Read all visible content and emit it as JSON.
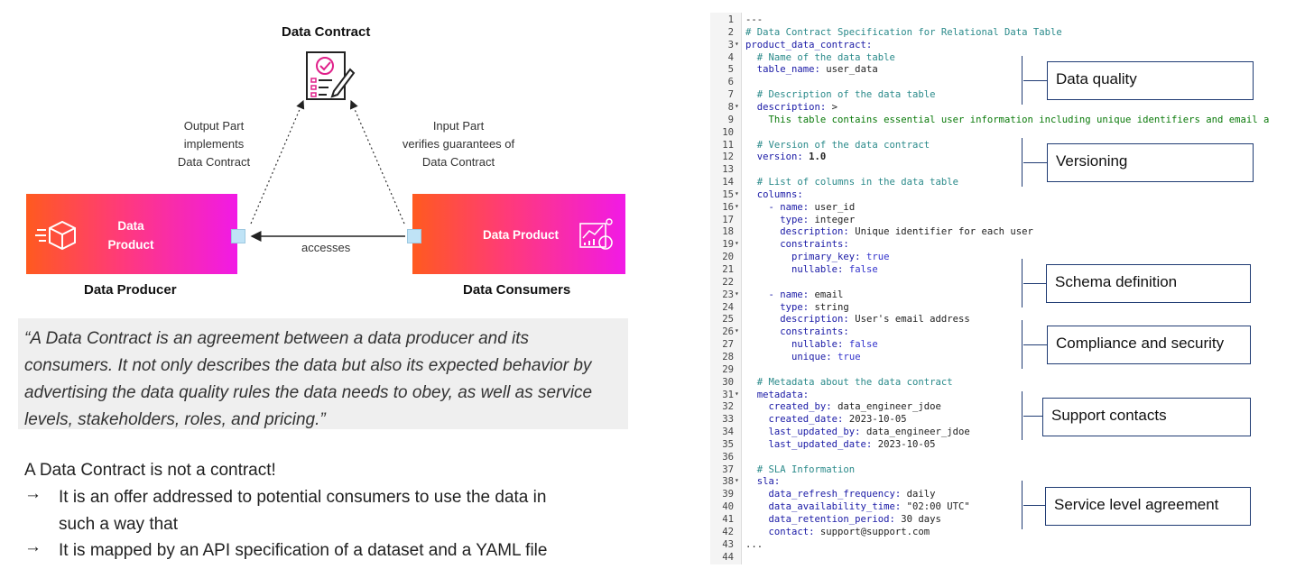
{
  "diagram": {
    "contract_title": "Data Contract",
    "output_part": [
      "Output Part",
      "implements",
      "Data Contract"
    ],
    "input_part": [
      "Input Part",
      "verifies guarantees of",
      "Data Contract"
    ],
    "producer_box": [
      "Data",
      "Product"
    ],
    "consumer_box": "Data Product",
    "accesses": "accesses",
    "producer_label": "Data Producer",
    "consumer_label": "Data Consumers"
  },
  "quote": "“A Data Contract is an agreement between a data producer and its consumers. It not only describes the data but also its expected behavior by advertising the data quality rules the data needs to obey, as well as service levels, stakeholders, roles, and pricing.”",
  "statement": "A Data Contract is not a contract!",
  "bullets": [
    {
      "arrow": "→",
      "lines": [
        "It is an offer addressed to potential consumers to use the data in",
        "such a way that"
      ]
    },
    {
      "arrow": "→",
      "lines": [
        "It is mapped by an API specification of a dataset and a YAML file"
      ]
    }
  ],
  "code_lines": [
    {
      "n": "1",
      "f": "",
      "parts": [
        [
          "v",
          "---"
        ]
      ]
    },
    {
      "n": "2",
      "f": "",
      "parts": [
        [
          "c",
          "# Data Contract Specification for Relational Data Table"
        ]
      ]
    },
    {
      "n": "3",
      "f": "▾",
      "parts": [
        [
          "k",
          "product_data_contract:"
        ]
      ]
    },
    {
      "n": "4",
      "f": "",
      "parts": [
        [
          "c",
          "  # Name of the data table"
        ]
      ]
    },
    {
      "n": "5",
      "f": "",
      "parts": [
        [
          "k",
          "  table_name: "
        ],
        [
          "v",
          "user_data"
        ]
      ]
    },
    {
      "n": "6",
      "f": "",
      "parts": []
    },
    {
      "n": "7",
      "f": "",
      "parts": [
        [
          "c",
          "  # Description of the data table"
        ]
      ]
    },
    {
      "n": "8",
      "f": "▾",
      "parts": [
        [
          "k",
          "  description: "
        ],
        [
          "v",
          ">"
        ]
      ]
    },
    {
      "n": "9",
      "f": "",
      "parts": [
        [
          "s",
          "    This table contains essential user information including unique identifiers and email a"
        ]
      ]
    },
    {
      "n": "10",
      "f": "",
      "parts": []
    },
    {
      "n": "11",
      "f": "",
      "parts": [
        [
          "c",
          "  # Version of the data contract"
        ]
      ]
    },
    {
      "n": "12",
      "f": "",
      "parts": [
        [
          "k",
          "  version: "
        ],
        [
          "n",
          "1.0"
        ]
      ]
    },
    {
      "n": "13",
      "f": "",
      "parts": []
    },
    {
      "n": "14",
      "f": "",
      "parts": [
        [
          "c",
          "  # List of columns in the data table"
        ]
      ]
    },
    {
      "n": "15",
      "f": "▾",
      "parts": [
        [
          "k",
          "  columns:"
        ]
      ]
    },
    {
      "n": "16",
      "f": "▾",
      "parts": [
        [
          "k",
          "    - name: "
        ],
        [
          "v",
          "user_id"
        ]
      ]
    },
    {
      "n": "17",
      "f": "",
      "parts": [
        [
          "k",
          "      type: "
        ],
        [
          "v",
          "integer"
        ]
      ]
    },
    {
      "n": "18",
      "f": "",
      "parts": [
        [
          "k",
          "      description: "
        ],
        [
          "v",
          "Unique identifier for each user"
        ]
      ]
    },
    {
      "n": "19",
      "f": "▾",
      "parts": [
        [
          "k",
          "      constraints:"
        ]
      ]
    },
    {
      "n": "20",
      "f": "",
      "parts": [
        [
          "k",
          "        primary_key: "
        ],
        [
          "b",
          "true"
        ]
      ]
    },
    {
      "n": "21",
      "f": "",
      "parts": [
        [
          "k",
          "        nullable: "
        ],
        [
          "b",
          "false"
        ]
      ]
    },
    {
      "n": "22",
      "f": "",
      "parts": []
    },
    {
      "n": "23",
      "f": "▾",
      "parts": [
        [
          "k",
          "    - name: "
        ],
        [
          "v",
          "email"
        ]
      ]
    },
    {
      "n": "24",
      "f": "",
      "parts": [
        [
          "k",
          "      type: "
        ],
        [
          "v",
          "string"
        ]
      ]
    },
    {
      "n": "25",
      "f": "",
      "parts": [
        [
          "k",
          "      description: "
        ],
        [
          "v",
          "User's email address"
        ]
      ]
    },
    {
      "n": "26",
      "f": "▾",
      "parts": [
        [
          "k",
          "      constraints:"
        ]
      ]
    },
    {
      "n": "27",
      "f": "",
      "parts": [
        [
          "k",
          "        nullable: "
        ],
        [
          "b",
          "false"
        ]
      ]
    },
    {
      "n": "28",
      "f": "",
      "parts": [
        [
          "k",
          "        unique: "
        ],
        [
          "b",
          "true"
        ]
      ]
    },
    {
      "n": "29",
      "f": "",
      "parts": []
    },
    {
      "n": "30",
      "f": "",
      "parts": [
        [
          "c",
          "  # Metadata about the data contract"
        ]
      ]
    },
    {
      "n": "31",
      "f": "▾",
      "parts": [
        [
          "k",
          "  metadata:"
        ]
      ]
    },
    {
      "n": "32",
      "f": "",
      "parts": [
        [
          "k",
          "    created_by: "
        ],
        [
          "v",
          "data_engineer_jdoe"
        ]
      ]
    },
    {
      "n": "33",
      "f": "",
      "parts": [
        [
          "k",
          "    created_date: "
        ],
        [
          "v",
          "2023-10-05"
        ]
      ]
    },
    {
      "n": "34",
      "f": "",
      "parts": [
        [
          "k",
          "    last_updated_by: "
        ],
        [
          "v",
          "data_engineer_jdoe"
        ]
      ]
    },
    {
      "n": "35",
      "f": "",
      "parts": [
        [
          "k",
          "    last_updated_date: "
        ],
        [
          "v",
          "2023-10-05"
        ]
      ]
    },
    {
      "n": "36",
      "f": "",
      "parts": []
    },
    {
      "n": "37",
      "f": "",
      "parts": [
        [
          "c",
          "  # SLA Information"
        ]
      ]
    },
    {
      "n": "38",
      "f": "▾",
      "parts": [
        [
          "k",
          "  sla:"
        ]
      ]
    },
    {
      "n": "39",
      "f": "",
      "parts": [
        [
          "k",
          "    data_refresh_frequency: "
        ],
        [
          "v",
          "daily"
        ]
      ]
    },
    {
      "n": "40",
      "f": "",
      "parts": [
        [
          "k",
          "    data_availability_time: "
        ],
        [
          "v",
          "\"02:00 UTC\""
        ]
      ]
    },
    {
      "n": "41",
      "f": "",
      "parts": [
        [
          "k",
          "    data_retention_period: "
        ],
        [
          "v",
          "30 days"
        ]
      ]
    },
    {
      "n": "42",
      "f": "",
      "parts": [
        [
          "k",
          "    contact: "
        ],
        [
          "v",
          "support@support.com"
        ]
      ]
    },
    {
      "n": "43",
      "f": "",
      "parts": [
        [
          "v",
          "..."
        ]
      ]
    },
    {
      "n": "44",
      "f": "",
      "parts": []
    }
  ],
  "callouts": [
    "Data quality",
    "Versioning",
    "Schema definition",
    "Compliance and security",
    "Support contacts",
    "Service level agreement"
  ],
  "colors": {
    "gradient_start": "#ff5a1f",
    "gradient_end": "#f11ae6",
    "callout_border": "#1f3b73"
  }
}
